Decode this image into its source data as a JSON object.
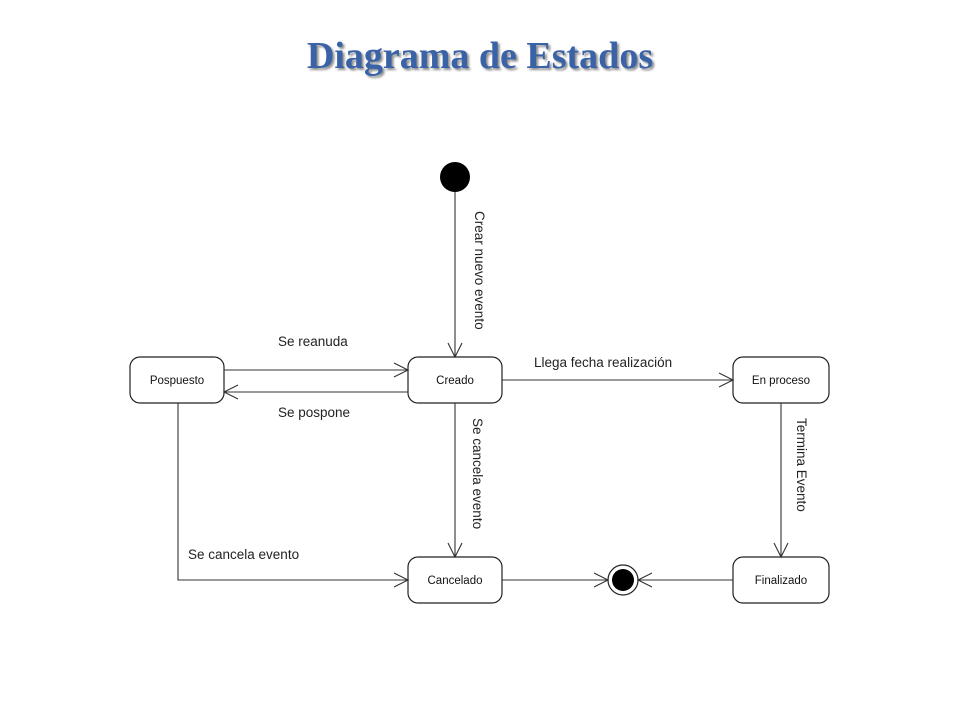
{
  "title": "Diagrama de Estados",
  "states": {
    "pospuesto": "Pospuesto",
    "creado": "Creado",
    "en_proceso": "En proceso",
    "cancelado": "Cancelado",
    "finalizado": "Finalizado"
  },
  "transitions": {
    "crear": "Crear nuevo evento",
    "reanuda": "Se reanuda",
    "pospone": "Se pospone",
    "llega_fecha": "Llega fecha realización",
    "cancela_creado": "Se cancela evento",
    "cancela_pospuesto": "Se cancela evento",
    "termina": "Termina Evento"
  }
}
